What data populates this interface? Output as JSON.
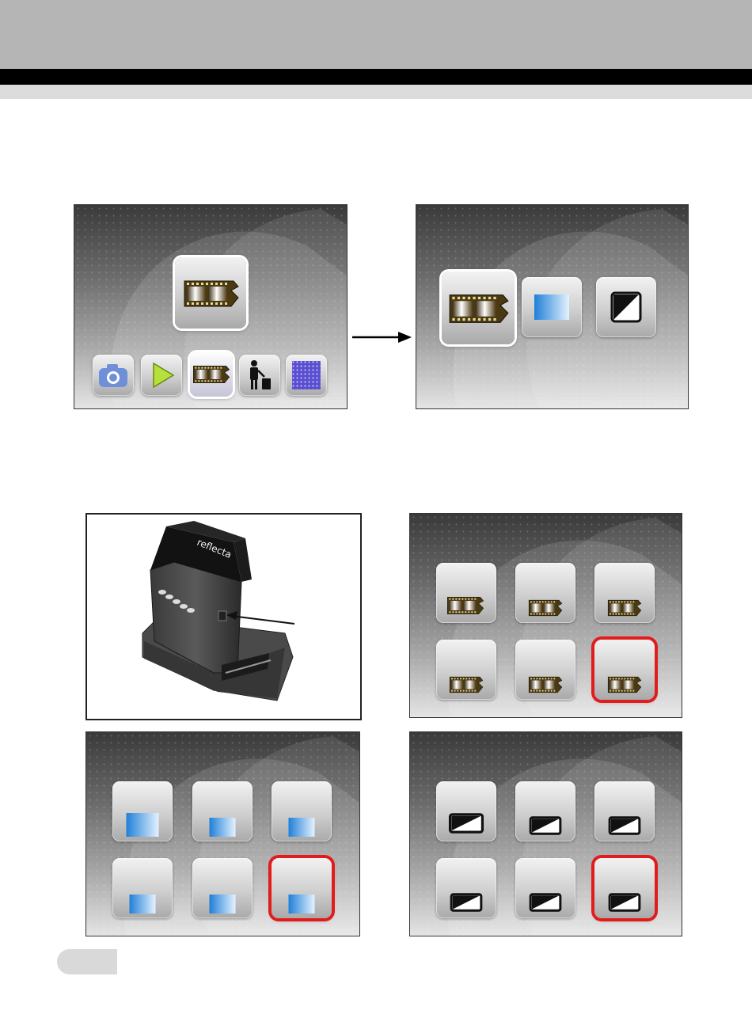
{
  "page": {
    "header_color": "#b5b5b5",
    "band_color": "#000000",
    "highlight_color": "#e21c1c"
  },
  "screens": {
    "main_menu": {
      "featured_icon": "film-strip-icon",
      "menu_items": [
        "camera-icon",
        "play-icon",
        "film-strip-icon",
        "trash-icon",
        "pattern-icon"
      ],
      "selected_index": 2
    },
    "film_type_menu": {
      "items": [
        "film-strip-icon",
        "slide-icon",
        "negative-icon"
      ],
      "selected_index": 0
    },
    "film_mount_grid": {
      "icon": "film-strip-icon",
      "count": 6,
      "highlighted_index": 5
    },
    "slide_grid": {
      "icon": "slide-icon",
      "count": 6,
      "highlighted_index": 5
    },
    "negative_grid": {
      "icon": "negative-icon",
      "count": 6,
      "highlighted_index": 5
    }
  },
  "device": {
    "brand_text": "reflecta"
  }
}
